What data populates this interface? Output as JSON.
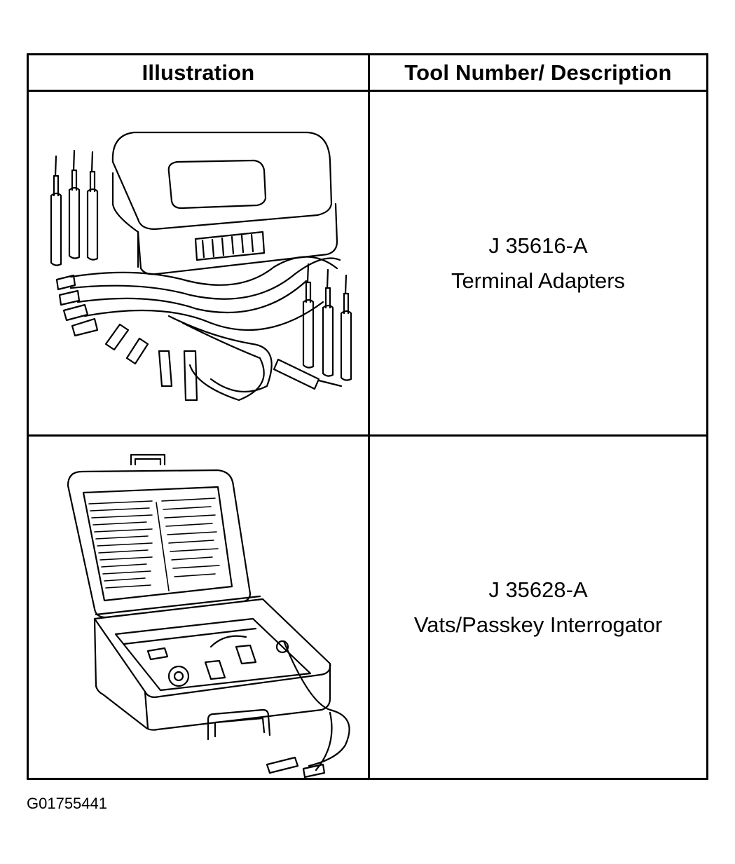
{
  "table": {
    "headers": {
      "illustration": "Illustration",
      "description": "Tool Number/ Description"
    },
    "rows": [
      {
        "illustration_icon": "terminal-adapters-kit-icon",
        "tool_number": "J 35616-A",
        "description": "Terminal Adapters"
      },
      {
        "illustration_icon": "vats-passkey-interrogator-case-icon",
        "tool_number": "J 35628-A",
        "description": "Vats/Passkey Interrogator"
      }
    ]
  },
  "figure_id": "G01755441"
}
